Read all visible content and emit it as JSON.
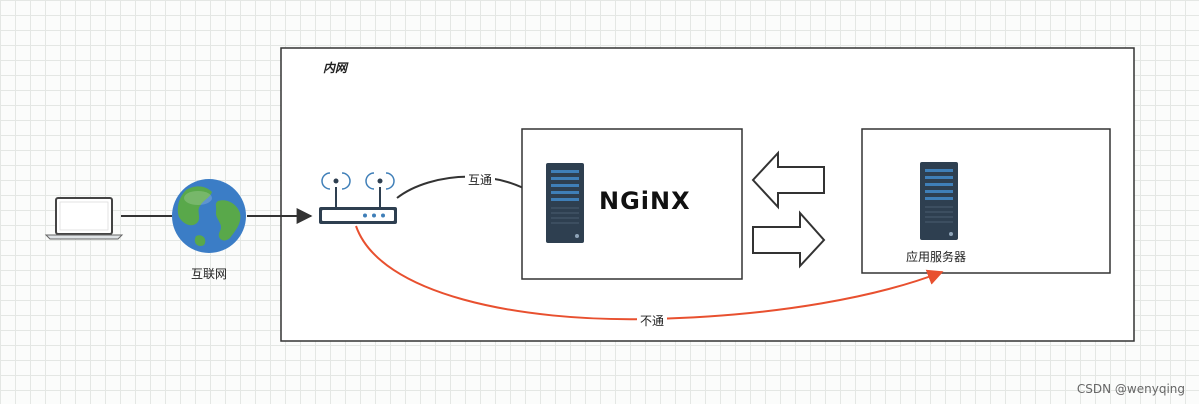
{
  "diagram": {
    "zone_intranet_label": "内网",
    "internet_label": "互联网",
    "app_server_label": "应用服务器",
    "nginx_logo_text": "NGiNX",
    "edge_connected_label": "互通",
    "edge_blocked_label": "不通",
    "colors": {
      "blocked_edge": "#e8502f",
      "connected_edge": "#333333",
      "server_body": "#2e3f50",
      "server_slot": "#3f7fb8"
    }
  },
  "watermark": "CSDN @wenyqing"
}
